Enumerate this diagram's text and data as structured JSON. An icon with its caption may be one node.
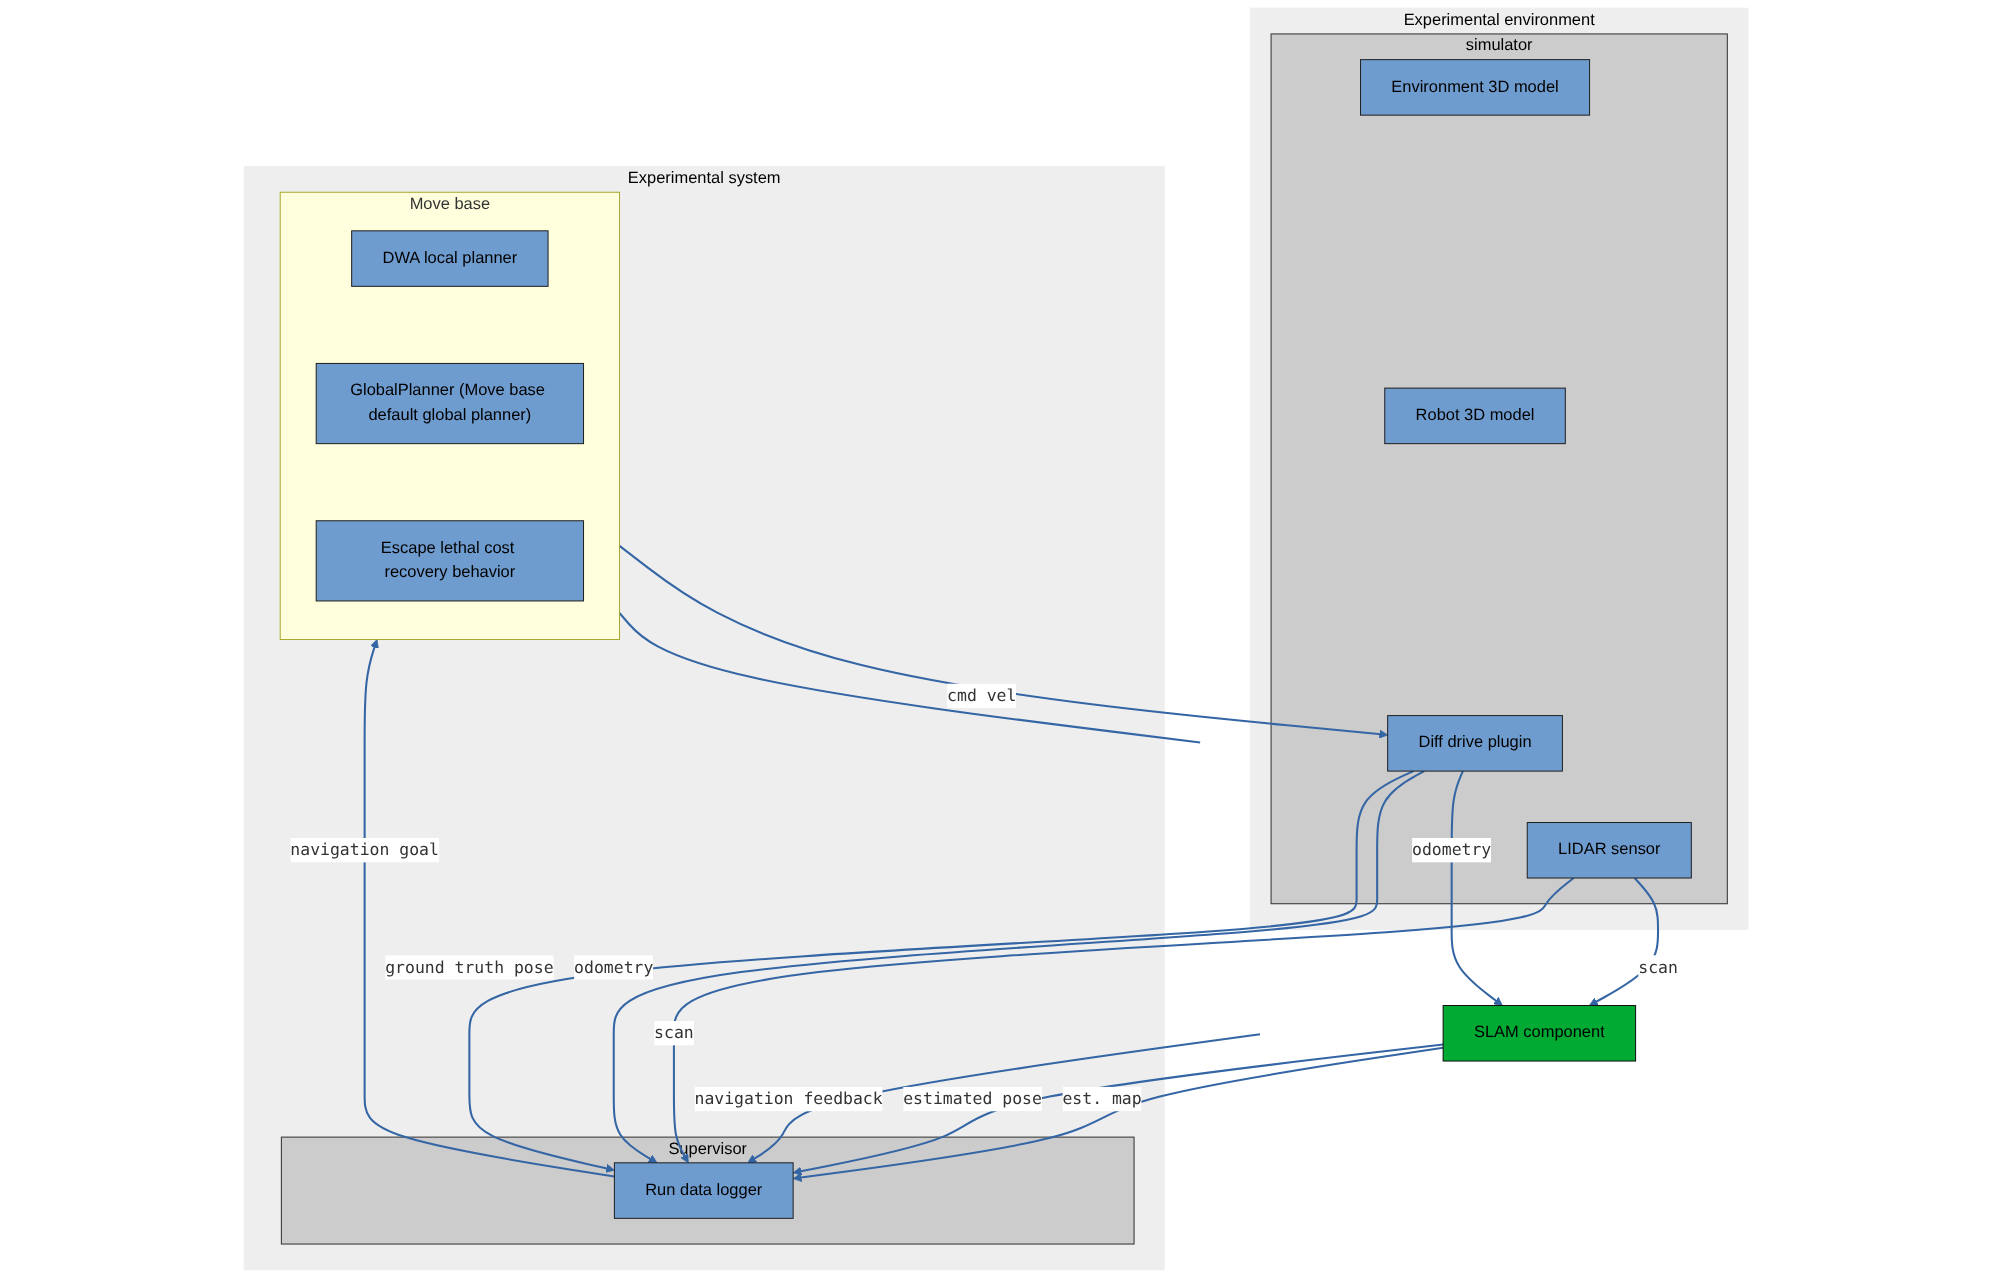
{
  "diagram": {
    "nodes": [
      {
        "text": [
          "SLAM component"
        ]
      },
      {
        "text": [
          "Experimental environment"
        ]
      },
      {
        "text": [
          "simulator"
        ],
        "in": 1
      },
      {
        "text": [
          "Environment 3D model"
        ],
        "in": 2
      },
      {
        "text": [
          "Robot 3D model"
        ],
        "in": 2
      },
      {
        "text": [
          "Diff drive plugin"
        ],
        "in": 2
      },
      {
        "text": [
          "LIDAR sensor"
        ],
        "in": 2
      },
      {
        "text": [
          "Experimental system"
        ]
      },
      {
        "text": [
          "Move base"
        ],
        "in": 7
      },
      {
        "text": [
          "DWA local planner"
        ],
        "in": 8
      },
      {
        "text": [
          "GlobalPlanner (Move base default global planner)"
        ],
        "in": 8
      },
      {
        "text": [
          "Escape lethal cost recovery behavior"
        ],
        "in": 8
      },
      {
        "text": [
          "Supervisor"
        ],
        "in": 7
      },
      {
        "text": [
          "Run data logger"
        ],
        "in": 12
      }
    ],
    "edges": [
      {
        "from": 6,
        "to": 0,
        "arrow": "to",
        "label": "scan"
      },
      {
        "from": 5,
        "to": 0,
        "arrow": "to",
        "label": "odometry"
      },
      {
        "from": 0,
        "to": 13,
        "arrow": "to",
        "label": "est. map"
      },
      {
        "from": 0,
        "to": 13,
        "arrow": "to",
        "label": "estimated pose"
      },
      {
        "from": 8,
        "to": 5,
        "arrow": "to",
        "label": "cmd vel"
      },
      {
        "from": 5,
        "to": 13,
        "arrow": "to",
        "label": "odometry"
      },
      {
        "from": 5,
        "to": 13,
        "arrow": "to",
        "label": "ground truth pose"
      },
      {
        "from": 6,
        "to": 13,
        "arrow": "to",
        "label": "scan"
      },
      {
        "from": 13,
        "to": 8,
        "arrow": "to",
        "label": "navigation goal"
      },
      {
        "from": null,
        "to": 13,
        "arrow": "to",
        "label": "navigation feedback"
      },
      {
        "from": 8,
        "to": null,
        "arrow": "none"
      }
    ]
  }
}
